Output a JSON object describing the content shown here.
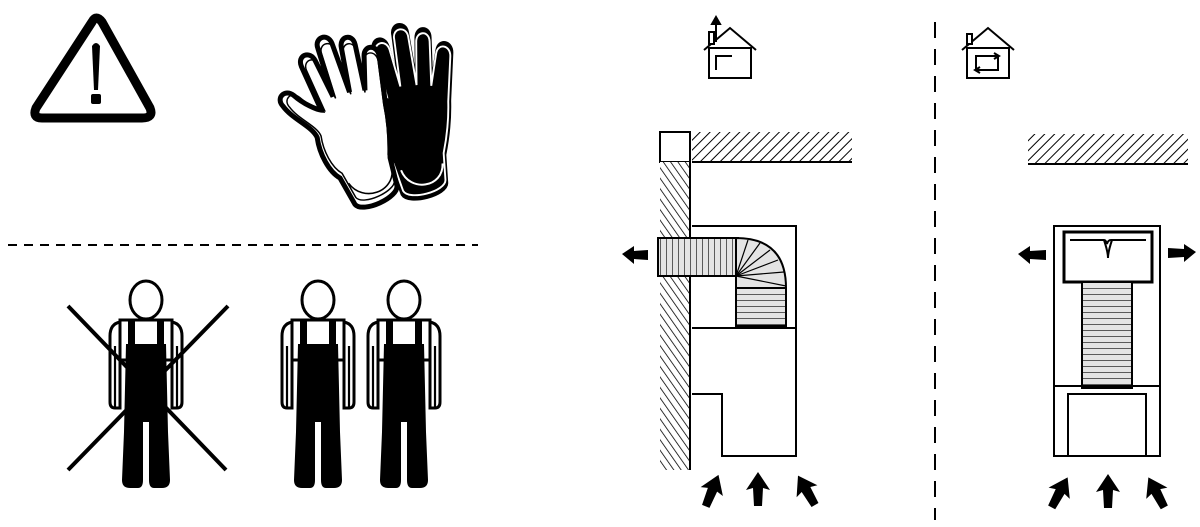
{
  "colors": {
    "ink": "#000000",
    "paper": "#ffffff",
    "duct_fill": "#e4e4e4"
  },
  "icons": {
    "warning": "warning-triangle-icon",
    "gloves": "protective-gloves-icon",
    "house_ducted": "house-ducted-exhaust-icon",
    "house_recirc": "house-recirculation-icon"
  },
  "panels": {
    "safety": {
      "one_person_allowed": false,
      "two_person_allowed": true,
      "installer_count_required": 2
    },
    "ducted_mode": {
      "airflow_intake_arrows": 3,
      "airflow_exhaust_arrows": 1,
      "exhaust_direction": "left-through-wall"
    },
    "recirculation_mode": {
      "airflow_intake_arrows": 3,
      "airflow_exhaust_arrows": 2,
      "exhaust_direction": "left-and-right"
    }
  }
}
